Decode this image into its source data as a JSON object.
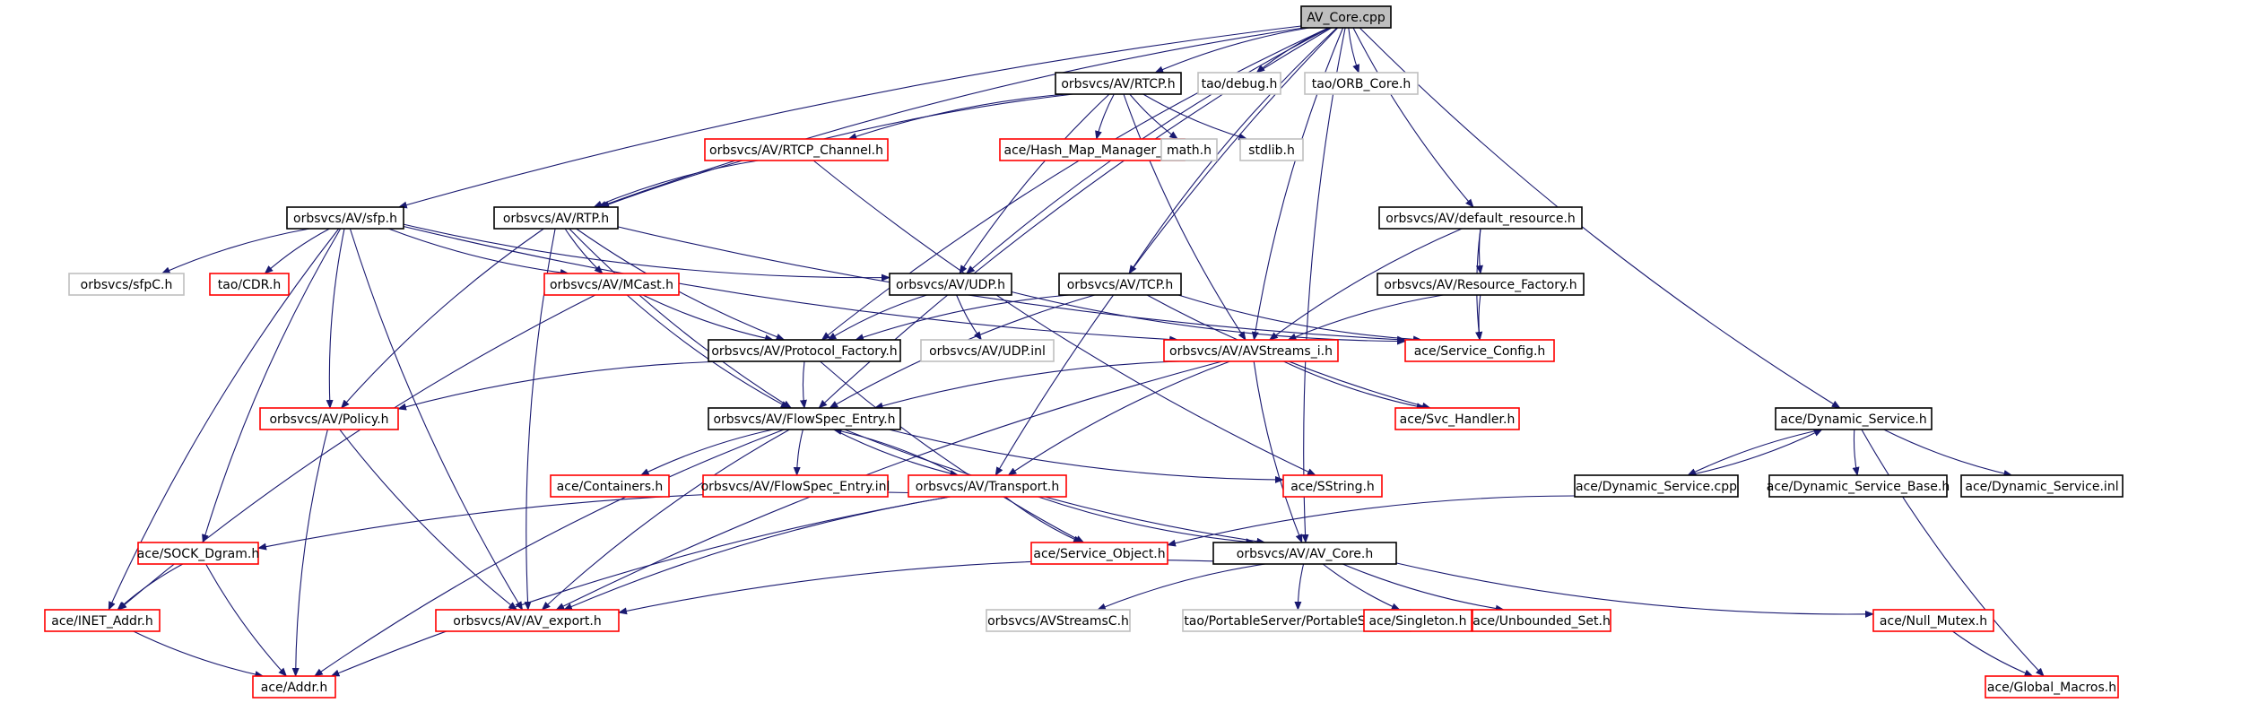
{
  "title": "AV_Core.cpp",
  "colors": {
    "edge": "#191970",
    "border_documented": "#000000",
    "border_missing_doc": "#ff0000",
    "border_external": "#bfbfbf",
    "root_fill": "#bfbfbf"
  },
  "nodes": [
    {
      "id": "n0",
      "label": "AV_Core.cpp",
      "kind": "root"
    },
    {
      "id": "n1",
      "label": "orbsvcs/AV/RTCP.h",
      "kind": "black"
    },
    {
      "id": "n2",
      "label": "tao/debug.h",
      "kind": "gray"
    },
    {
      "id": "n3",
      "label": "tao/ORB_Core.h",
      "kind": "gray"
    },
    {
      "id": "n4",
      "label": "orbsvcs/AV/RTCP_Channel.h",
      "kind": "red"
    },
    {
      "id": "n5",
      "label": "ace/Hash_Map_Manager_T.h",
      "kind": "red"
    },
    {
      "id": "n6",
      "label": "math.h",
      "kind": "gray"
    },
    {
      "id": "n7",
      "label": "stdlib.h",
      "kind": "gray"
    },
    {
      "id": "n8",
      "label": "orbsvcs/AV/sfp.h",
      "kind": "black"
    },
    {
      "id": "n9",
      "label": "orbsvcs/AV/RTP.h",
      "kind": "black"
    },
    {
      "id": "n10",
      "label": "orbsvcs/AV/default_resource.h",
      "kind": "black"
    },
    {
      "id": "n11",
      "label": "orbsvcs/sfpC.h",
      "kind": "gray"
    },
    {
      "id": "n12",
      "label": "tao/CDR.h",
      "kind": "red"
    },
    {
      "id": "n13",
      "label": "orbsvcs/AV/MCast.h",
      "kind": "red"
    },
    {
      "id": "n14",
      "label": "orbsvcs/AV/UDP.h",
      "kind": "black"
    },
    {
      "id": "n15",
      "label": "orbsvcs/AV/TCP.h",
      "kind": "black"
    },
    {
      "id": "n16",
      "label": "orbsvcs/AV/Resource_Factory.h",
      "kind": "black"
    },
    {
      "id": "n17",
      "label": "orbsvcs/AV/Protocol_Factory.h",
      "kind": "black"
    },
    {
      "id": "n18",
      "label": "orbsvcs/AV/UDP.inl",
      "kind": "gray"
    },
    {
      "id": "n19",
      "label": "orbsvcs/AV/AVStreams_i.h",
      "kind": "red"
    },
    {
      "id": "n20",
      "label": "ace/Service_Config.h",
      "kind": "red"
    },
    {
      "id": "n21",
      "label": "orbsvcs/AV/Policy.h",
      "kind": "red"
    },
    {
      "id": "n22",
      "label": "orbsvcs/AV/FlowSpec_Entry.h",
      "kind": "black"
    },
    {
      "id": "n23",
      "label": "ace/Svc_Handler.h",
      "kind": "red"
    },
    {
      "id": "n24",
      "label": "ace/Dynamic_Service.h",
      "kind": "black"
    },
    {
      "id": "n25",
      "label": "ace/Containers.h",
      "kind": "red"
    },
    {
      "id": "n26",
      "label": "orbsvcs/AV/FlowSpec_Entry.inl",
      "kind": "red"
    },
    {
      "id": "n27",
      "label": "orbsvcs/AV/Transport.h",
      "kind": "red"
    },
    {
      "id": "n28",
      "label": "ace/SString.h",
      "kind": "red"
    },
    {
      "id": "n29",
      "label": "ace/Dynamic_Service.cpp",
      "kind": "black"
    },
    {
      "id": "n30",
      "label": "ace/Dynamic_Service_Base.h",
      "kind": "black"
    },
    {
      "id": "n31",
      "label": "ace/Dynamic_Service.inl",
      "kind": "black"
    },
    {
      "id": "n32",
      "label": "ace/SOCK_Dgram.h",
      "kind": "red"
    },
    {
      "id": "n33",
      "label": "ace/Service_Object.h",
      "kind": "red"
    },
    {
      "id": "n34",
      "label": "orbsvcs/AV/AV_Core.h",
      "kind": "black"
    },
    {
      "id": "n35",
      "label": "ace/INET_Addr.h",
      "kind": "red"
    },
    {
      "id": "n36",
      "label": "orbsvcs/AV/AV_export.h",
      "kind": "red"
    },
    {
      "id": "n37",
      "label": "orbsvcs/AVStreamsC.h",
      "kind": "gray"
    },
    {
      "id": "n38",
      "label": "tao/PortableServer/PortableServer.h",
      "kind": "gray"
    },
    {
      "id": "n39",
      "label": "ace/Singleton.h",
      "kind": "red"
    },
    {
      "id": "n40",
      "label": "ace/Unbounded_Set.h",
      "kind": "red"
    },
    {
      "id": "n41",
      "label": "ace/Null_Mutex.h",
      "kind": "red"
    },
    {
      "id": "n42",
      "label": "ace/Addr.h",
      "kind": "red"
    },
    {
      "id": "n43",
      "label": "ace/Global_Macros.h",
      "kind": "red"
    }
  ],
  "edges": [
    [
      "n0",
      "n1"
    ],
    [
      "n0",
      "n2"
    ],
    [
      "n0",
      "n3"
    ],
    [
      "n0",
      "n8"
    ],
    [
      "n0",
      "n9"
    ],
    [
      "n0",
      "n10"
    ],
    [
      "n0",
      "n14"
    ],
    [
      "n0",
      "n15"
    ],
    [
      "n0",
      "n17"
    ],
    [
      "n0",
      "n22"
    ],
    [
      "n0",
      "n27"
    ],
    [
      "n0",
      "n24"
    ],
    [
      "n0",
      "n34"
    ],
    [
      "n0",
      "n19"
    ],
    [
      "n1",
      "n4"
    ],
    [
      "n1",
      "n5"
    ],
    [
      "n1",
      "n6"
    ],
    [
      "n1",
      "n7"
    ],
    [
      "n1",
      "n9"
    ],
    [
      "n1",
      "n14"
    ],
    [
      "n1",
      "n19"
    ],
    [
      "n4",
      "n9"
    ],
    [
      "n4",
      "n28"
    ],
    [
      "n8",
      "n11"
    ],
    [
      "n8",
      "n12"
    ],
    [
      "n8",
      "n13"
    ],
    [
      "n8",
      "n14"
    ],
    [
      "n8",
      "n21"
    ],
    [
      "n8",
      "n32"
    ],
    [
      "n8",
      "n35"
    ],
    [
      "n8",
      "n36"
    ],
    [
      "n8",
      "n19"
    ],
    [
      "n9",
      "n13"
    ],
    [
      "n9",
      "n17"
    ],
    [
      "n9",
      "n21"
    ],
    [
      "n9",
      "n22"
    ],
    [
      "n9",
      "n36"
    ],
    [
      "n9",
      "n20"
    ],
    [
      "n10",
      "n16"
    ],
    [
      "n10",
      "n19"
    ],
    [
      "n10",
      "n20"
    ],
    [
      "n13",
      "n17"
    ],
    [
      "n13",
      "n22"
    ],
    [
      "n13",
      "n35"
    ],
    [
      "n14",
      "n17"
    ],
    [
      "n14",
      "n18"
    ],
    [
      "n14",
      "n20"
    ],
    [
      "n15",
      "n17"
    ],
    [
      "n15",
      "n22"
    ],
    [
      "n15",
      "n20"
    ],
    [
      "n15",
      "n23"
    ],
    [
      "n16",
      "n19"
    ],
    [
      "n16",
      "n20"
    ],
    [
      "n17",
      "n21"
    ],
    [
      "n17",
      "n22"
    ],
    [
      "n17",
      "n33"
    ],
    [
      "n19",
      "n22"
    ],
    [
      "n19",
      "n23"
    ],
    [
      "n19",
      "n27"
    ],
    [
      "n19",
      "n34"
    ],
    [
      "n19",
      "n36"
    ],
    [
      "n21",
      "n36"
    ],
    [
      "n21",
      "n42"
    ],
    [
      "n22",
      "n25"
    ],
    [
      "n22",
      "n26"
    ],
    [
      "n22",
      "n27"
    ],
    [
      "n22",
      "n28"
    ],
    [
      "n22",
      "n34"
    ],
    [
      "n22",
      "n36"
    ],
    [
      "n22",
      "n42"
    ],
    [
      "n27",
      "n22"
    ],
    [
      "n27",
      "n32"
    ],
    [
      "n27",
      "n33"
    ],
    [
      "n27",
      "n34"
    ],
    [
      "n27",
      "n36"
    ],
    [
      "n27",
      "n42"
    ],
    [
      "n24",
      "n29"
    ],
    [
      "n24",
      "n30"
    ],
    [
      "n24",
      "n31"
    ],
    [
      "n24",
      "n43"
    ],
    [
      "n29",
      "n24"
    ],
    [
      "n29",
      "n33"
    ],
    [
      "n32",
      "n35"
    ],
    [
      "n32",
      "n42"
    ],
    [
      "n35",
      "n42"
    ],
    [
      "n34",
      "n36"
    ],
    [
      "n34",
      "n37"
    ],
    [
      "n34",
      "n38"
    ],
    [
      "n34",
      "n39"
    ],
    [
      "n34",
      "n40"
    ],
    [
      "n34",
      "n41"
    ],
    [
      "n41",
      "n43"
    ]
  ]
}
